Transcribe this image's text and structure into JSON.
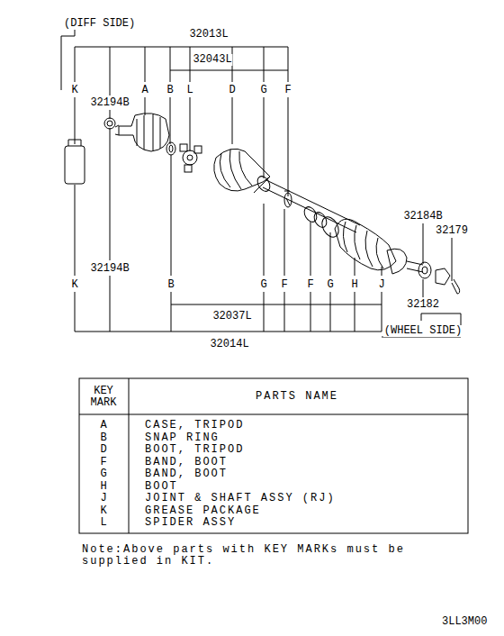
{
  "diagram": {
    "labels": [
      "(DIFF SIDE)",
      "32013L",
      "32043L",
      "K",
      "32194B",
      "A",
      "B",
      "L",
      "D",
      "G",
      "F",
      "32184B",
      "32179",
      "32194B",
      "K",
      "B",
      "G",
      "F",
      "F",
      "G",
      "H",
      "J",
      "32182",
      "(WHEEL SIDE)",
      "32037L",
      "32014L",
      "KEY MARK",
      "PARTS NAME",
      "A",
      "CASE, TRIPOD",
      "B",
      "SNAP RING",
      "D",
      "BOOT, TRIPOD",
      "F",
      "BAND, BOOT",
      "G",
      "BAND, BOOT",
      "H",
      "BOOT",
      "J",
      "JOINT & SHAFT ASSY (RJ)",
      "K",
      "GREASE PACKAGE",
      "L",
      "SPIDER ASSY",
      "Note:Above parts with KEY MARKs must be supplied in KIT.",
      "3LL3M00"
    ]
  }
}
